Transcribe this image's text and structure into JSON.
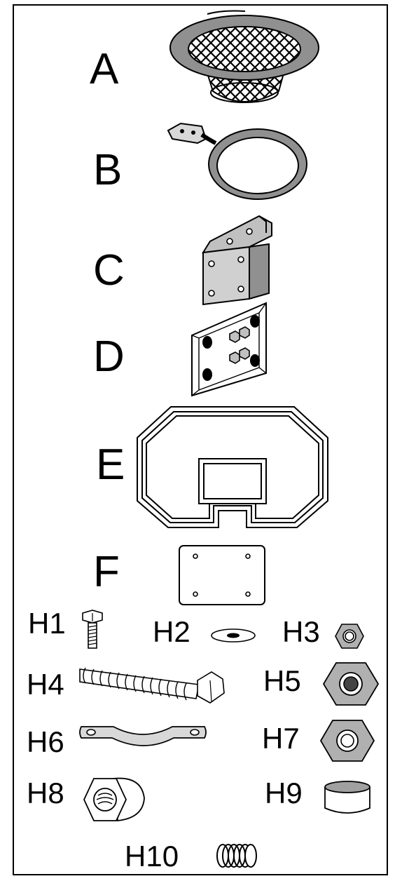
{
  "parts": [
    {
      "id": "A",
      "label": "A"
    },
    {
      "id": "B",
      "label": "B"
    },
    {
      "id": "C",
      "label": "C"
    },
    {
      "id": "D",
      "label": "D"
    },
    {
      "id": "E",
      "label": "E"
    },
    {
      "id": "F",
      "label": "F"
    }
  ],
  "hardware": [
    {
      "id": "H1",
      "label": "H1"
    },
    {
      "id": "H2",
      "label": "H2"
    },
    {
      "id": "H3",
      "label": "H3"
    },
    {
      "id": "H4",
      "label": "H4"
    },
    {
      "id": "H5",
      "label": "H5"
    },
    {
      "id": "H6",
      "label": "H6"
    },
    {
      "id": "H7",
      "label": "H7"
    },
    {
      "id": "H8",
      "label": "H8"
    },
    {
      "id": "H9",
      "label": "H9"
    },
    {
      "id": "H10",
      "label": "H10"
    }
  ],
  "colors": {
    "part_fill": "#909090",
    "light_fill": "#d8d8d8",
    "line": "#000000",
    "background": "#ffffff"
  }
}
